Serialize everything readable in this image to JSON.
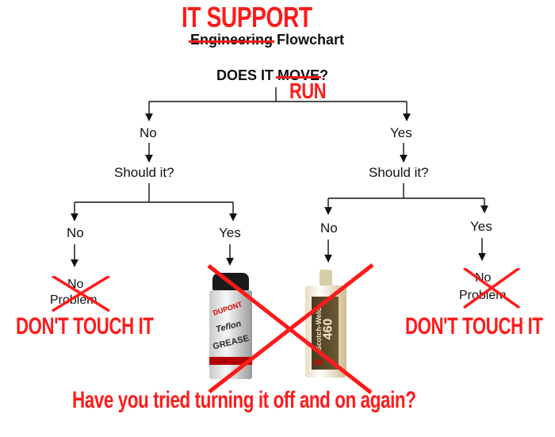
{
  "title": {
    "overwrite": "IT SUPPORT",
    "struck_word": "Engineering",
    "rest": "Flowchart"
  },
  "question": {
    "prefix": "DOES IT ",
    "struck_word": "MOVE",
    "suffix": "?",
    "overwrite": "RUN"
  },
  "level1": {
    "left": "No",
    "right": "Yes"
  },
  "level2": {
    "left": "Should it?",
    "right": "Should it?"
  },
  "level3": {
    "ll": "No",
    "lr": "Yes",
    "rl": "No",
    "rr": "Yes"
  },
  "outcomes": {
    "left_problem_line1": "No",
    "left_problem_line2": "Problem",
    "right_problem_line1": "No",
    "right_problem_line2": "Problem",
    "left_caption": "DON'T TOUCH IT",
    "right_caption": "DON'T TOUCH IT"
  },
  "products": {
    "grease_brand": "DUPONT",
    "grease_line1": "Teflon",
    "grease_line2": "GREASE",
    "glue_brand": "Scotch-Weld",
    "glue_number": "460",
    "glue_logo": "3M"
  },
  "bottom_caption": "Have you tried turning it off and on again?",
  "colors": {
    "red": "#ff1a1a",
    "ink": "#111111"
  }
}
